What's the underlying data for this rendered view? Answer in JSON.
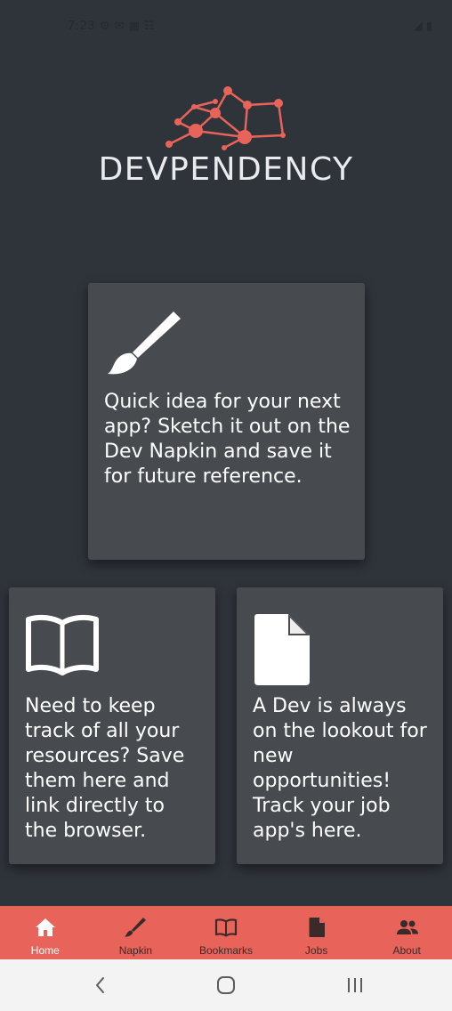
{
  "status_bar": {
    "time": "7:23 ⚙ ✉ ▦ ☷",
    "indicators": "◢ ▮"
  },
  "app": {
    "brand_name": "DEVPENDENCY",
    "accent_color": "#e8645a",
    "background_color": "#2f333a",
    "card_color": "#474b4f"
  },
  "cards": {
    "napkin": {
      "icon": "paintbrush-icon",
      "text": "Quick idea for your next app? Sketch it out on the Dev Napkin and save it for future reference."
    },
    "bookmarks": {
      "icon": "open-book-icon",
      "text": "Need to keep track of all your resources? Save them here and link directly to the browser."
    },
    "jobs": {
      "icon": "document-icon",
      "text": "A Dev is always on the lookout for new opportunities! Track your job app's here."
    }
  },
  "bottom_nav": {
    "items": [
      {
        "label": "Home",
        "icon": "home-icon",
        "active": true
      },
      {
        "label": "Napkin",
        "icon": "paintbrush-icon"
      },
      {
        "label": "Bookmarks",
        "icon": "open-book-icon"
      },
      {
        "label": "Jobs",
        "icon": "document-icon"
      },
      {
        "label": "About",
        "icon": "people-icon"
      }
    ]
  },
  "system_nav": {
    "back_icon": "back-chevron-icon",
    "home_icon": "home-square-icon",
    "recents_icon": "recents-icon"
  }
}
